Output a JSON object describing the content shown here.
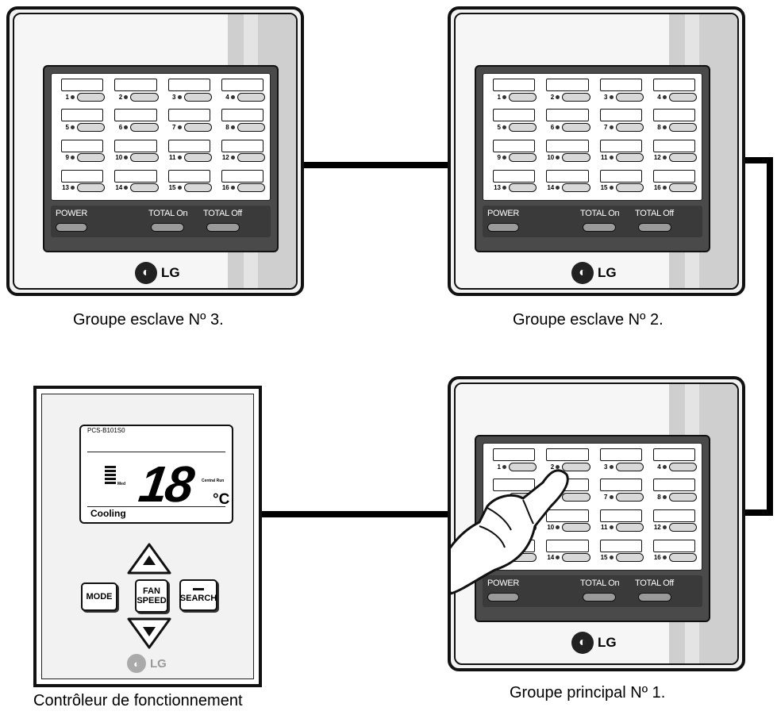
{
  "units": {
    "slave3": {
      "caption": "Groupe esclave Nº 3.",
      "power_label": "POWER",
      "total_on_label": "TOTAL On",
      "total_off_label": "TOTAL Off",
      "logo": "LG",
      "channels": [
        "1",
        "2",
        "3",
        "4",
        "5",
        "6",
        "7",
        "8",
        "9",
        "10",
        "11",
        "12",
        "13",
        "14",
        "15",
        "16"
      ]
    },
    "slave2": {
      "caption": "Groupe esclave Nº 2.",
      "power_label": "POWER",
      "total_on_label": "TOTAL On",
      "total_off_label": "TOTAL Off",
      "logo": "LG",
      "channels": [
        "1",
        "2",
        "3",
        "4",
        "5",
        "6",
        "7",
        "8",
        "9",
        "10",
        "11",
        "12",
        "13",
        "14",
        "15",
        "16"
      ]
    },
    "main1": {
      "caption": "Groupe principal Nº 1.",
      "power_label": "POWER",
      "total_on_label": "TOTAL On",
      "total_off_label": "TOTAL Off",
      "logo": "LG",
      "channels": [
        "1",
        "2",
        "3",
        "4",
        "",
        "",
        "7",
        "8",
        "",
        "10",
        "11",
        "12",
        "",
        "14",
        "15",
        "16"
      ]
    }
  },
  "controller": {
    "caption": "Contrôleur de fonctionnement",
    "model": "PCS-B101S0",
    "temperature": "18",
    "temp_unit": "°C",
    "mode_text": "Cooling",
    "fan_label": "Med",
    "status_label": "Central Run",
    "mode_button": "MODE",
    "fan_button_line1": "FAN",
    "fan_button_line2": "SPEED",
    "search_button": "SEARCH",
    "logo": "LG"
  }
}
